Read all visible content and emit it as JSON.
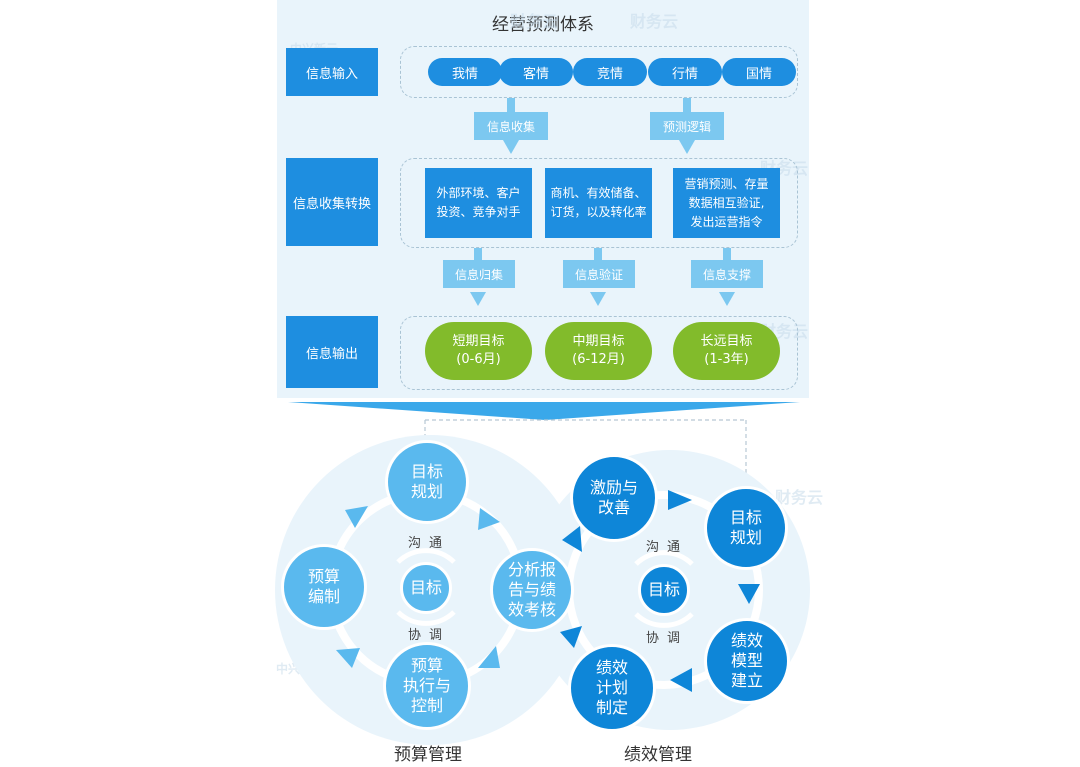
{
  "title": "经营预测体系",
  "rows": {
    "input": "信息输入",
    "collect": "信息收集转换",
    "output": "信息输出"
  },
  "pills": [
    "我情",
    "客情",
    "竞情",
    "行情",
    "国情"
  ],
  "flow1": {
    "left": "信息收集",
    "right": "预测逻辑"
  },
  "boxes": [
    [
      "外部环境、客户",
      "投资、竞争对手"
    ],
    [
      "商机、有效储备、",
      "订货，以及转化率"
    ],
    [
      "营销预测、存量",
      "数据相互验证,",
      "发出运营指令"
    ]
  ],
  "flow2": [
    "信息归集",
    "信息验证",
    "信息支撑"
  ],
  "targets": [
    {
      "name": "短期目标",
      "range": "(0-6月)"
    },
    {
      "name": "中期目标",
      "range": "(6-12月)"
    },
    {
      "name": "长远目标",
      "range": "(1-3年)"
    }
  ],
  "budget": {
    "plan": [
      "目标",
      "规划"
    ],
    "compile": [
      "预算",
      "编制"
    ],
    "execute": [
      "预算",
      "执行与",
      "控制"
    ],
    "center": "目标",
    "comm": "沟通",
    "coord": "协调",
    "label": "预算管理"
  },
  "perf": {
    "incentive": [
      "激励与",
      "改善"
    ],
    "plan": [
      "目标",
      "规划"
    ],
    "model": [
      "绩效",
      "模型",
      "建立"
    ],
    "make": [
      "绩效",
      "计划",
      "制定"
    ],
    "center": "目标",
    "comm": "沟通",
    "coord": "协调",
    "label": "绩效管理"
  },
  "analysis": [
    "分析报",
    "告与绩",
    "效考核"
  ],
  "watermark": "财务云",
  "watermark2": "中兴新云",
  "colors": {
    "blue": "#1e8ee0",
    "light": "#7cc8f0",
    "green": "#82bb2b",
    "panel": "#e9f4fb"
  }
}
